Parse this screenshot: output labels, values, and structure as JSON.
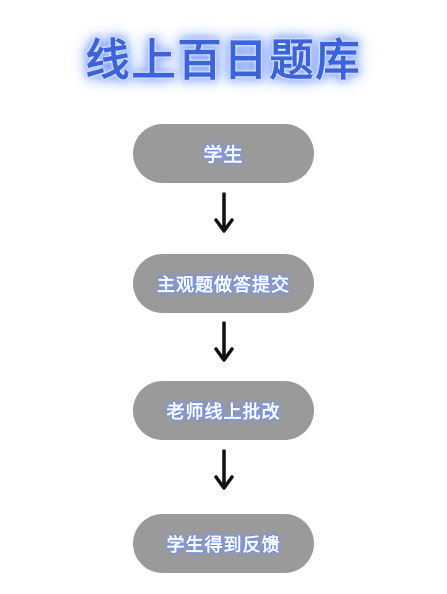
{
  "title": "线上百日题库",
  "steps": [
    {
      "label": "学生"
    },
    {
      "label": "主观题做答提交"
    },
    {
      "label": "老师线上批改"
    },
    {
      "label": "学生得到反馈"
    }
  ],
  "colors": {
    "title": "#3a63dc",
    "pill": "#9a9a9a",
    "label_glow": "#5f84ff",
    "arrow": "#111111"
  },
  "icons": [
    "down-arrow-icon"
  ]
}
